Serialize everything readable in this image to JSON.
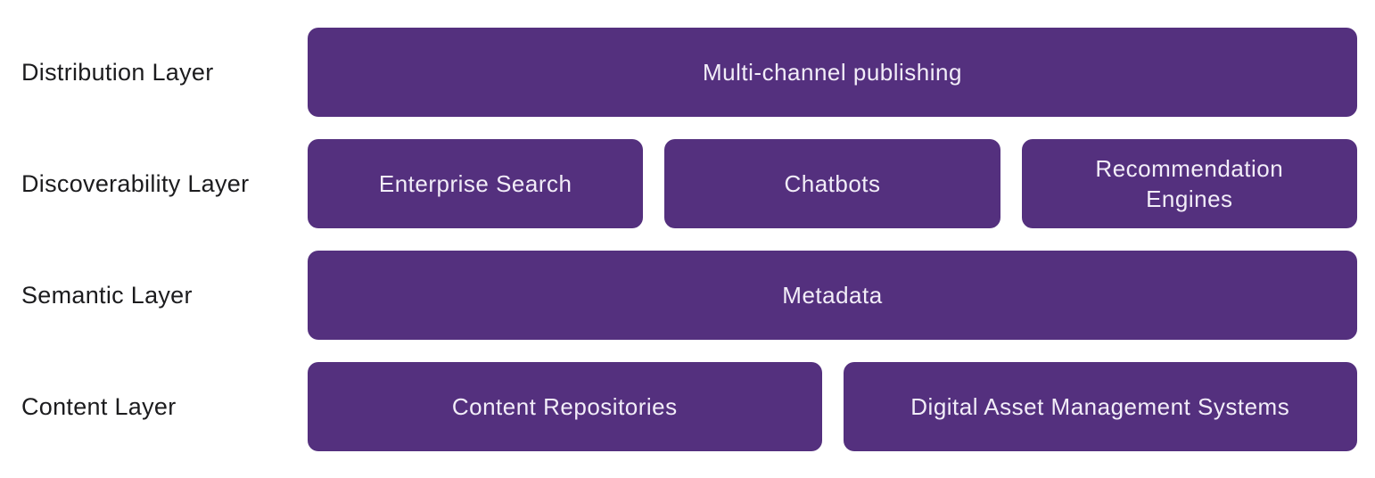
{
  "diagram": {
    "colors": {
      "box_fill": "#54307e",
      "box_text": "#f2edf8",
      "label_text": "#1c1c1e",
      "background": "#ffffff"
    },
    "rows": [
      {
        "label": "Distribution Layer",
        "boxes": [
          {
            "text": "Multi-channel publishing"
          }
        ]
      },
      {
        "label": "Discoverability Layer",
        "boxes": [
          {
            "text": "Enterprise Search"
          },
          {
            "text": "Chatbots"
          },
          {
            "text": "Recommendation Engines"
          }
        ]
      },
      {
        "label": "Semantic Layer",
        "boxes": [
          {
            "text": "Metadata"
          }
        ]
      },
      {
        "label": "Content Layer",
        "boxes": [
          {
            "text": "Content Repositories"
          },
          {
            "text": "Digital Asset Management Systems"
          }
        ]
      }
    ]
  }
}
